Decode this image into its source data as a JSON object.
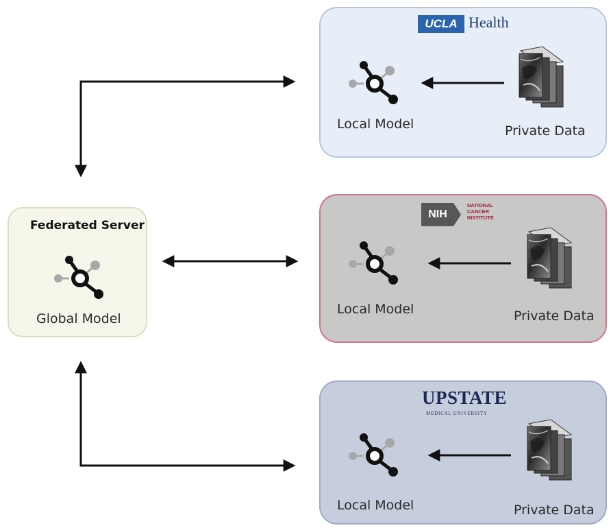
{
  "server": {
    "title": "Federated Server",
    "model_label": "Global Model"
  },
  "sites": [
    {
      "logo": {
        "box_text": "UCLA",
        "text": "Health"
      },
      "model_label": "Local Model",
      "data_label": "Private Data",
      "colors": {
        "fill": "#e8eef7",
        "border": "#b6c4dd"
      }
    },
    {
      "logo": {
        "box_text": "NIH",
        "text": "NATIONAL CANCER INSTITUTE"
      },
      "model_label": "Local Model",
      "data_label": "Private Data",
      "colors": {
        "fill": "#c8c8c6",
        "border": "#d5718d"
      }
    },
    {
      "logo": {
        "text": "UPSTATE",
        "subtext": "MEDICAL UNIVERSITY"
      },
      "model_label": "Local Model",
      "data_label": "Private Data",
      "colors": {
        "fill": "#c6cedd",
        "border": "#9fabc2"
      }
    }
  ],
  "icons": {
    "model": "neural-network-node-icon",
    "data": "mri-image-stack-icon"
  }
}
